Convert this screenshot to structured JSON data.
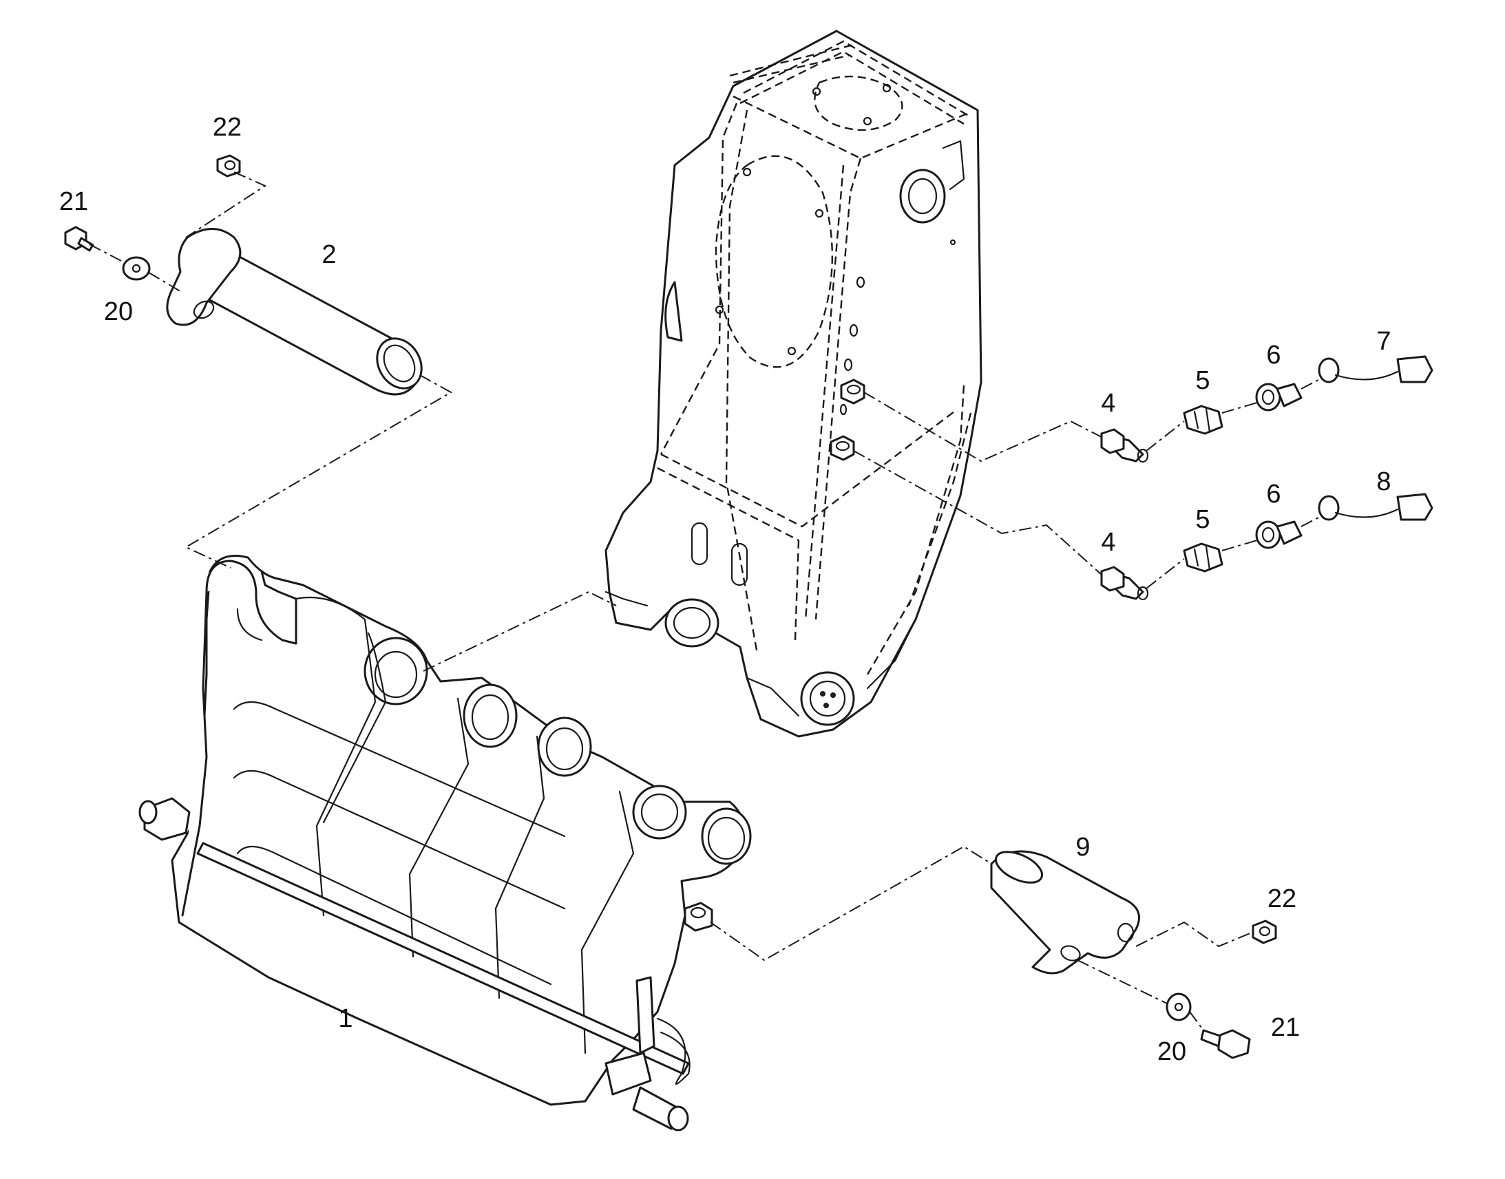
{
  "callouts": {
    "c22a": "22",
    "c21a": "21",
    "c20a": "20",
    "c2": "2",
    "c7": "7",
    "c6a": "6",
    "c5a": "5",
    "c4a": "4",
    "c8": "8",
    "c6b": "6",
    "c5b": "5",
    "c4b": "4",
    "c9": "9",
    "c22b": "22",
    "c1": "1",
    "c21b": "21",
    "c20b": "20"
  },
  "colors": {
    "line": "#1a1a1a",
    "background": "#ffffff"
  }
}
